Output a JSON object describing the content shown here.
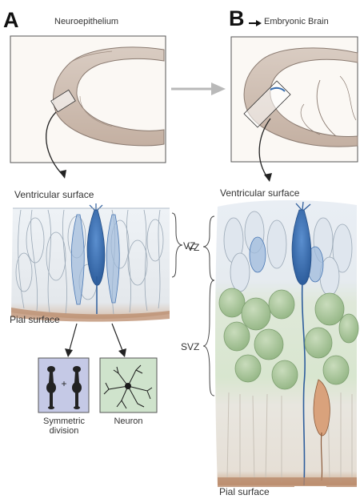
{
  "panel_a": {
    "letter": "A",
    "title": "Neuroepithelium",
    "surface_top": "Ventricular surface",
    "zone_vz": "VZ",
    "surface_bottom": "Pial surface",
    "outcome_left": "Symmetric\ndivision",
    "outcome_right": "Neuron"
  },
  "panel_b": {
    "letter": "B",
    "title": "Embryonic Brain",
    "surface_top": "Ventricular surface",
    "zone_vz": "VZ",
    "zone_svz": "SVZ",
    "surface_bottom": "Pial surface"
  },
  "colors": {
    "tissue": "#cbb7a8",
    "tissue_edge": "#8a7a70",
    "radial_glia": "#3a6fb0",
    "cells_light": "#e6ecf2",
    "cells_green": "#a9c79c",
    "pial": "#b98a6a",
    "division_box": "#c5c9e6",
    "neuron_box": "#cfe3cc",
    "migrating_neuron": "#d9a27c",
    "arrow_gray": "#b9b9b9"
  }
}
